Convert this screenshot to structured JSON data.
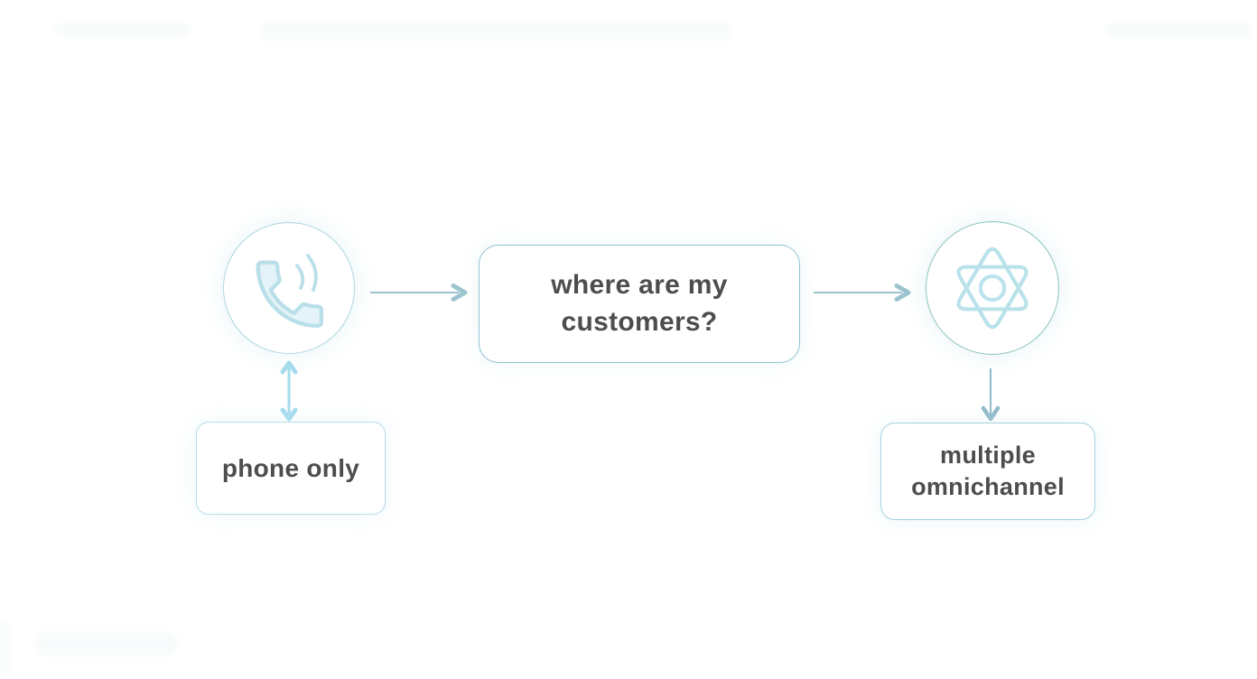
{
  "diagram": {
    "question_box": {
      "label": "where are my customers?"
    },
    "phone_only_box": {
      "label": "phone only"
    },
    "omnichannel_box": {
      "label": "multiple omnichannel"
    },
    "icons": [
      {
        "name": "phone-icon",
        "meaning": "phone handset with ringing waves"
      },
      {
        "name": "atom-icon",
        "meaning": "rounded hexagram atom / integration symbol"
      }
    ],
    "connections": [
      {
        "from": "phone-icon",
        "to": "question-box",
        "style": "arrow-right"
      },
      {
        "from": "question-box",
        "to": "atom-icon",
        "style": "arrow-right"
      },
      {
        "from": "phone-icon",
        "to": "phone-only-box",
        "style": "arrow-both-vertical"
      },
      {
        "from": "atom-icon",
        "to": "omnichannel-box",
        "style": "arrow-down"
      }
    ]
  },
  "theme": {
    "bg": "#ffffff",
    "text": "#4d4d4d",
    "box_border": "#8fc2d4",
    "phone_box_border": "#b5dbe9",
    "omni_box_border": "#a3d2de",
    "phone_circle_border": "#aed7e0",
    "atom_circle_border": "#8ec5bf",
    "icon_stroke": "#b9dfe9",
    "icon_fill": "#e3f3f8",
    "atom_stroke": "#b9e2ea",
    "arrow": "#9cc4cf",
    "arrow_light": "#a5dcec",
    "arrow_down": "#92bcca"
  }
}
